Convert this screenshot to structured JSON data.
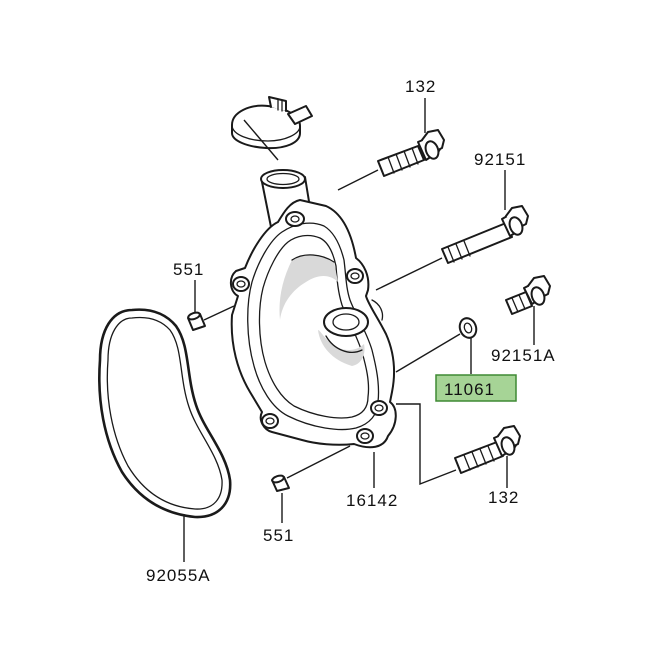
{
  "parts": [
    {
      "id": "bolt_top",
      "number": "132"
    },
    {
      "id": "bolt_long",
      "number": "92151"
    },
    {
      "id": "bolt_short",
      "number": "92151A"
    },
    {
      "id": "washer",
      "number": "11061",
      "highlighted": true
    },
    {
      "id": "dowel_upper",
      "number": "551"
    },
    {
      "id": "dowel_lower",
      "number": "551"
    },
    {
      "id": "cover",
      "number": "16142"
    },
    {
      "id": "bolt_bottom",
      "number": "132"
    },
    {
      "id": "gasket",
      "number": "92055A"
    }
  ],
  "colors": {
    "line": "#1a1a1a",
    "highlight_fill": "#a6d496",
    "highlight_border": "#3f8a34",
    "shade": "#d9d9d9"
  }
}
